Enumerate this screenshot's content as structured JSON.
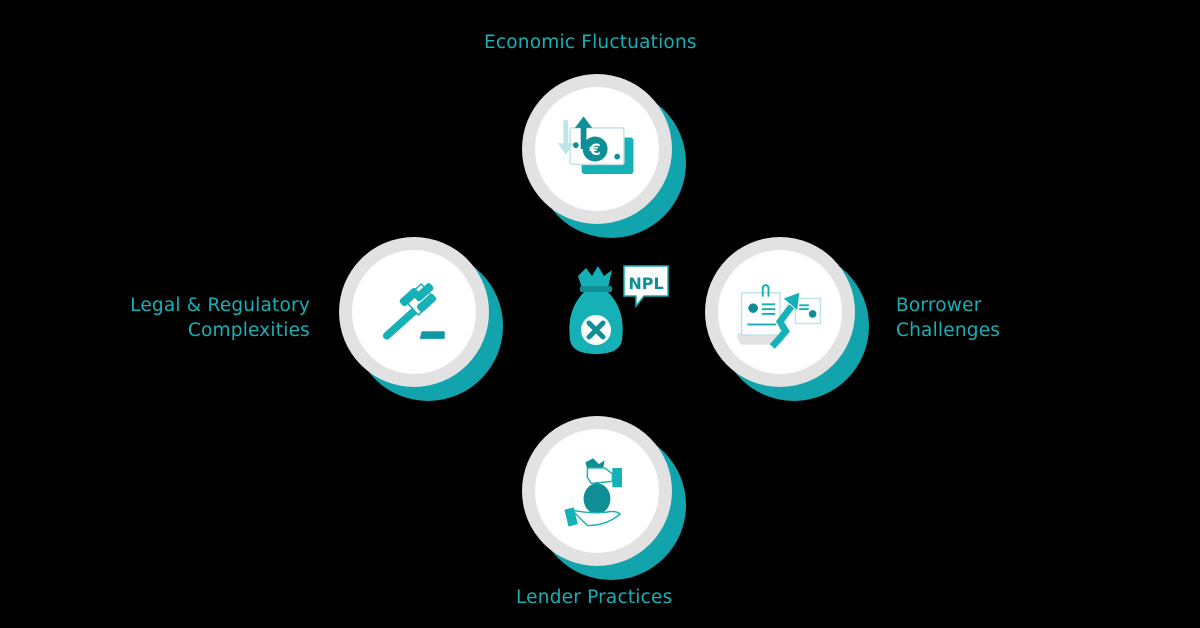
{
  "diagram": {
    "center": {
      "icon": "money-bag-x-icon",
      "badge": "NPL"
    },
    "nodes": [
      {
        "id": "top",
        "label": "Economic Fluctuations",
        "icon": "euro-banknote-arrows-icon"
      },
      {
        "id": "left",
        "label_lines": [
          "Legal & Regulatory",
          "Complexities"
        ],
        "icon": "gavel-icon"
      },
      {
        "id": "right",
        "label_lines": [
          "Borrower",
          "Challenges"
        ],
        "icon": "documents-rising-arrow-icon"
      },
      {
        "id": "bottom",
        "label": "Lender Practices",
        "icon": "hand-money-bag-icon"
      }
    ]
  },
  "colors": {
    "accent": "#16b1b6",
    "accent_dark": "#0f8e96",
    "ring": "#e2e2e2",
    "background": "#000000",
    "light_accent": "#bfe3e6"
  }
}
